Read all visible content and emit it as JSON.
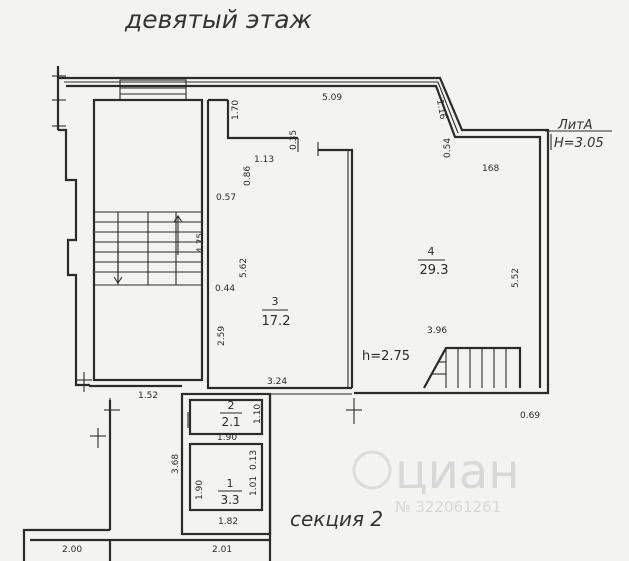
{
  "floor_title": "девятый этаж",
  "section_label": "секция 2",
  "lit_label": "ЛитА",
  "height_label": "H=3.05",
  "room_height_label": "h=2.75",
  "watermark": "циан",
  "watermark_id": "№ 322061261",
  "rooms": [
    {
      "number": "4",
      "area": "29.3"
    },
    {
      "number": "3",
      "area": "17.2"
    },
    {
      "number": "2",
      "area": "2.1"
    },
    {
      "number": "1",
      "area": "3.3"
    }
  ],
  "dimensions": {
    "d509": "5.09",
    "d170": "1.70",
    "d035": "0.35",
    "d113": "1.13",
    "d086": "0.86",
    "d057": "0.57",
    "d475": "4.75",
    "d562": "5.62",
    "d044": "0.44",
    "d259": "2.59",
    "d324": "3.24",
    "d152": "1.52",
    "d116": "1.16",
    "d054": "0.54",
    "d168": "168",
    "d552": "5.52",
    "d396": "3.96",
    "d069": "0.69",
    "d110": "1.10",
    "d190a": "1.90",
    "d013": "0.13",
    "d368": "3.68",
    "d190b": "1.90",
    "d101": "1.01",
    "d182": "1.82",
    "d200": "2.00",
    "d201": "2.01"
  }
}
